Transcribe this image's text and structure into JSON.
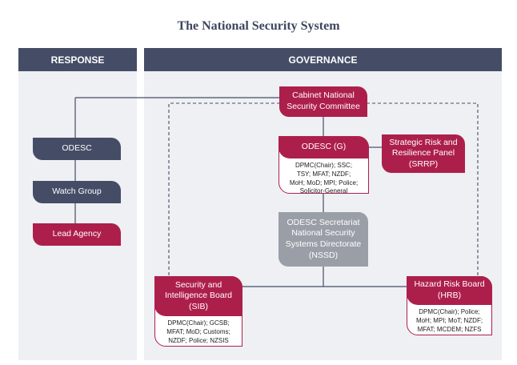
{
  "title": "The National Security System",
  "response": {
    "header": "RESPONSE",
    "odesc": "ODESC",
    "watch_group": "Watch Group",
    "lead_agency": "Lead Agency"
  },
  "governance": {
    "header": "GOVERNANCE",
    "cabinet": "Cabinet National\nSecurity Committee",
    "odesc_g": {
      "title": "ODESC (G)",
      "members": "DPMC(Chair); SSC;\nTSY; MFAT; NZDF;\nMoH; MoD; MPI; Police;\nSolicitor-General"
    },
    "srrp": "Strategic Risk and\nResilience Panel\n(SRRP)",
    "nssd": "ODESC Secretariat\nNational Security\nSystems Directorate\n(NSSD)",
    "sib": {
      "title": "Security and\nIntelligence Board\n(SIB)",
      "members": "DPMC(Chair); GCSB;\nMFAT; MoD; Customs;\nNZDF; Police; NZSIS"
    },
    "hrb": {
      "title": "Hazard Risk Board\n(HRB)",
      "members": "DPMC(Chair); Police;\nMoH; MPI; MoT; NZDF;\nMFAT; MCDEM; NZFS"
    }
  },
  "colors": {
    "navy": "#454d66",
    "crimson": "#ad1f4b",
    "grey": "#9a9ea7",
    "panel": "#eef0f4"
  }
}
